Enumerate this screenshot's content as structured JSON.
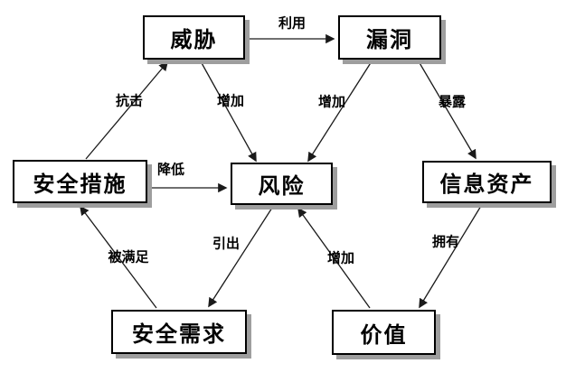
{
  "diagram": {
    "background_color": "#ffffff",
    "node_fill_color": "#ffffff",
    "node_border_color": "#000000",
    "node_shadow_color": "#9e9e9e",
    "line_color": "#1a1a1a",
    "nodes": [
      {
        "id": "threat",
        "label": "威胁"
      },
      {
        "id": "vulnerability",
        "label": "漏洞"
      },
      {
        "id": "security-measures",
        "label": "安全措施"
      },
      {
        "id": "risk",
        "label": "风险"
      },
      {
        "id": "information-assets",
        "label": "信息资产"
      },
      {
        "id": "security-requirements",
        "label": "安全需求"
      },
      {
        "id": "value",
        "label": "价值"
      }
    ],
    "edges": [
      {
        "from": "威胁",
        "to": "漏洞",
        "label": "利用"
      },
      {
        "from": "安全措施",
        "to": "威胁",
        "label": "抗击"
      },
      {
        "from": "威胁",
        "to": "风险",
        "label": "增加"
      },
      {
        "from": "漏洞",
        "to": "风险",
        "label": "增加"
      },
      {
        "from": "漏洞",
        "to": "信息资产",
        "label": "暴露"
      },
      {
        "from": "安全措施",
        "to": "风险",
        "label": "降低"
      },
      {
        "from": "安全需求",
        "to": "安全措施",
        "label": "被满足"
      },
      {
        "from": "风险",
        "to": "安全需求",
        "label": "引出"
      },
      {
        "from": "价值",
        "to": "风险",
        "label": "增加"
      },
      {
        "from": "信息资产",
        "to": "价值",
        "label": "拥有"
      }
    ]
  }
}
